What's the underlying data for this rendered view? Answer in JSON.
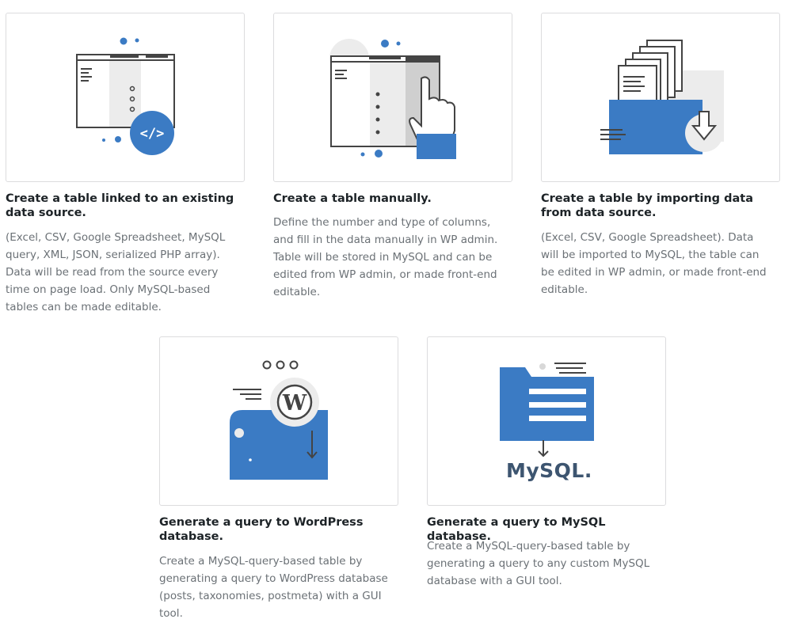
{
  "colors": {
    "accent": "#3b7bc4",
    "title": "#1d2327",
    "text": "#6b7176",
    "border": "#dcdcde"
  },
  "cards": [
    {
      "icon": "linked-data-source-illustration",
      "title": "Create a table linked to an existing data source.",
      "description": "(Excel, CSV, Google Spreadsheet, MySQL query, XML, JSON, serialized PHP array). Data will be read from the source every time on page load. Only MySQL-based tables can be made editable."
    },
    {
      "icon": "manual-table-illustration",
      "title": "Create a table manually.",
      "description": "Define the number and type of columns, and fill in the data manually in WP admin. Table will be stored in MySQL and can be edited from WP admin, or made front-end editable."
    },
    {
      "icon": "import-data-illustration",
      "title": "Create a table by importing data from data source.",
      "description": "(Excel, CSV, Google Spreadsheet). Data will be imported to MySQL, the table can be edited in WP admin, or made front-end editable."
    },
    {
      "icon": "wordpress-query-illustration",
      "title": "Generate a query to WordPress database.",
      "description": "Create a MySQL-query-based table by generating a query to WordPress database (posts, taxonomies, postmeta) with a GUI tool."
    },
    {
      "icon": "mysql-query-illustration",
      "title": "Generate a query to MySQL database.",
      "description": "Create a MySQL-query-based table by generating a query to any custom MySQL database with a GUI tool.",
      "logo_text": "MySQL."
    }
  ]
}
